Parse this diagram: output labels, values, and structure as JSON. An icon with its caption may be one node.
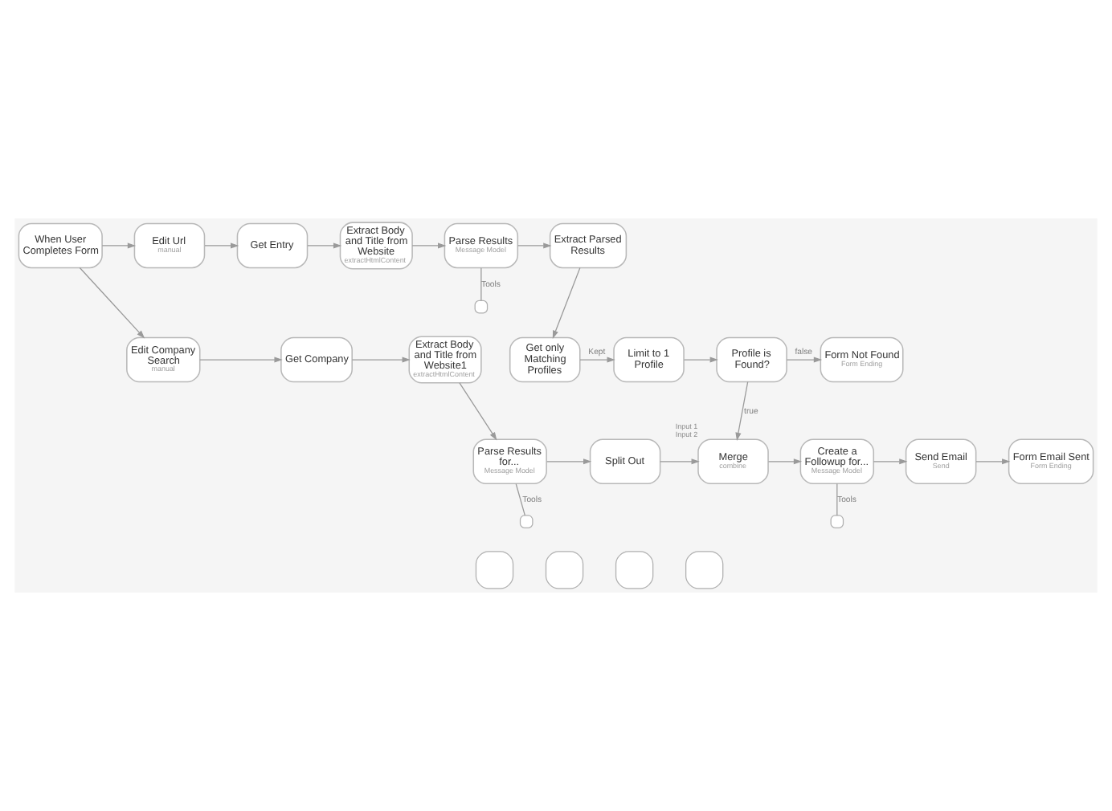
{
  "diagram": {
    "nodes": [
      {
        "text": [
          "When User Completes Form"
        ]
      },
      {
        "text": [
          "Edit Url",
          "manual"
        ]
      },
      {
        "text": [
          "Get Entry"
        ]
      },
      {
        "text": [
          "Extract Body and Title from Website",
          "extractHtmlContent"
        ]
      },
      {
        "text": [
          "Parse Results",
          "Message Model"
        ]
      },
      {
        "text": [
          "Extract Parsed Results"
        ]
      },
      {
        "text": [],
        "shape": "box"
      },
      {
        "text": [
          "Edit Company Search",
          "manual"
        ]
      },
      {
        "text": [
          "Get Company"
        ]
      },
      {
        "text": [
          "Extract Body and Title from Website1",
          "extractHtmlContent"
        ]
      },
      {
        "text": [
          "Get only Matching Profiles"
        ]
      },
      {
        "text": [
          "Limit to 1 Profile"
        ]
      },
      {
        "text": [
          "Profile is Found?"
        ]
      },
      {
        "text": [
          "Form Not Found",
          "Form Ending"
        ]
      },
      {
        "text": [
          "Parse Results for...",
          "Message Model"
        ]
      },
      {
        "text": [
          "Split Out"
        ]
      },
      {
        "text": [
          "Merge",
          "combine"
        ],
        "beside": [
          "Input 1",
          "Input 2"
        ]
      },
      {
        "text": [
          "Create a Followup for...",
          "Message Model"
        ]
      },
      {
        "text": [
          "Send Email",
          "Send"
        ]
      },
      {
        "text": [
          "Form Email Sent",
          "Form Ending"
        ]
      },
      {
        "text": [],
        "shape": "box"
      },
      {
        "text": [],
        "shape": "box"
      },
      {
        "text": [],
        "shape": "box"
      },
      {
        "text": [],
        "shape": "box"
      },
      {
        "text": [],
        "shape": "box"
      },
      {
        "text": [],
        "shape": "box"
      }
    ],
    "edges": [
      {
        "from": 0,
        "to": 1,
        "arrow": "to"
      },
      {
        "from": 0,
        "to": 7,
        "arrow": "to"
      },
      {
        "from": 1,
        "to": 2,
        "arrow": "to"
      },
      {
        "from": 2,
        "to": 3,
        "arrow": "to"
      },
      {
        "from": 3,
        "to": 4,
        "arrow": "to"
      },
      {
        "from": 4,
        "to": 5,
        "arrow": "to"
      },
      {
        "from": 4,
        "to": 6,
        "arrow": "none",
        "label": "Tools"
      },
      {
        "from": 5,
        "to": 10,
        "arrow": "to"
      },
      {
        "from": 7,
        "to": 8,
        "arrow": "to"
      },
      {
        "from": 8,
        "to": 9,
        "arrow": "to"
      },
      {
        "from": 9,
        "to": 14,
        "arrow": "to"
      },
      {
        "from": 10,
        "to": 11,
        "arrow": "to",
        "label": "Kept"
      },
      {
        "from": 11,
        "to": 12,
        "arrow": "to"
      },
      {
        "from": 12,
        "to": 16,
        "arrow": "to",
        "label": "true"
      },
      {
        "from": 12,
        "to": 13,
        "arrow": "to",
        "label": "false"
      },
      {
        "from": 14,
        "to": 15,
        "arrow": "to"
      },
      {
        "from": 14,
        "to": 20,
        "arrow": "none",
        "label": "Tools"
      },
      {
        "from": 15,
        "to": 16,
        "arrow": "to"
      },
      {
        "from": 16,
        "to": 17,
        "arrow": "to"
      },
      {
        "from": 17,
        "to": 18,
        "arrow": "to"
      },
      {
        "from": 17,
        "to": 21,
        "arrow": "none",
        "label": "Tools"
      },
      {
        "from": 18,
        "to": 19,
        "arrow": "to"
      }
    ]
  }
}
